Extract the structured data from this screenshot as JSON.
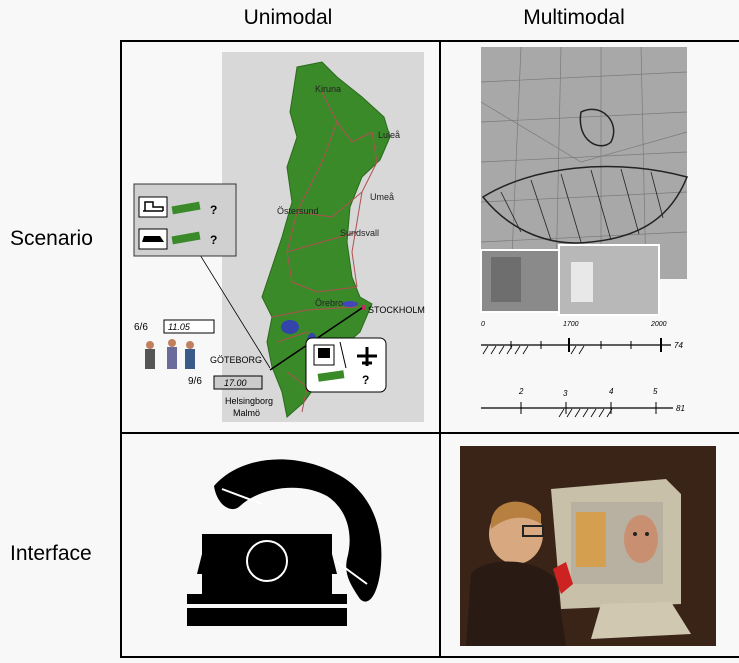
{
  "columns": [
    "Unimodal",
    "Multimodal"
  ],
  "rows": [
    "Scenario",
    "Interface"
  ],
  "map": {
    "cities": [
      "Kiruna",
      "Luleå",
      "Umeå",
      "Östersund",
      "Sundsvall",
      "Örebro",
      "STOCKHOLM",
      "GÖTEBORG",
      "Helsingborg",
      "Malmö"
    ],
    "date1": "6/6",
    "time1": "11.05",
    "date2": "9/6",
    "time2": "17.00",
    "question": "?"
  },
  "timeline": {
    "ticks1": [
      "0",
      "1700",
      "2000"
    ],
    "label1": "74",
    "ticks2": [
      "2",
      "3",
      "4",
      "5"
    ],
    "label2": "81"
  },
  "colors": {
    "map_green": "#3b8a2a",
    "background": "#f8f8f8"
  }
}
